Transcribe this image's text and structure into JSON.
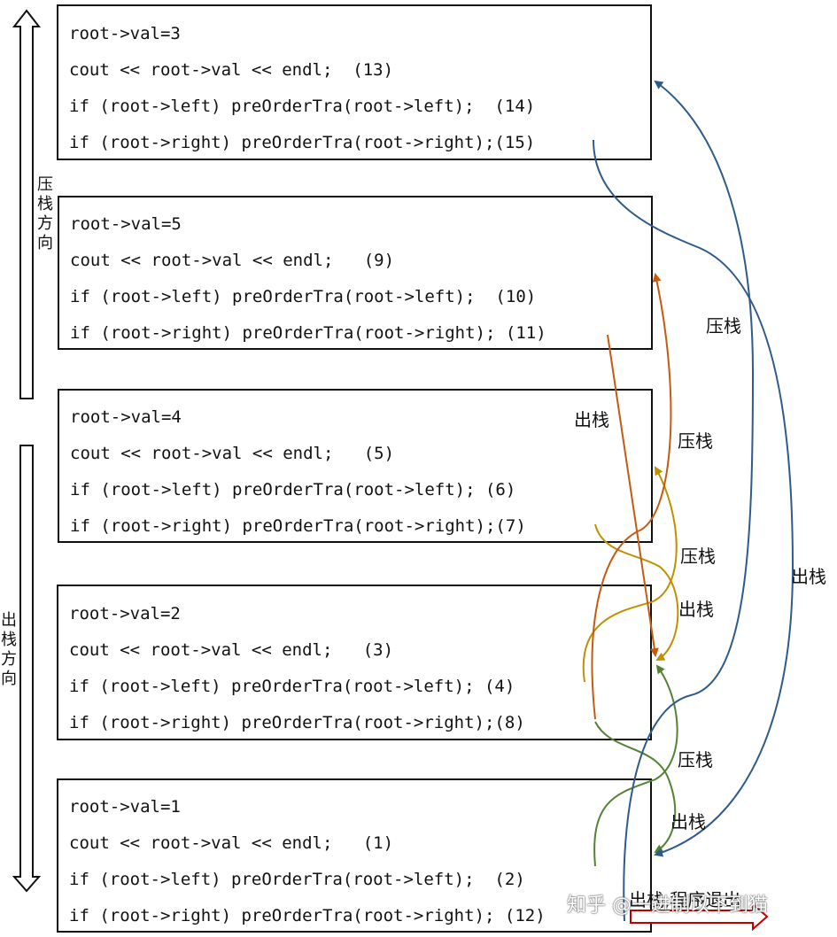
{
  "frames": [
    {
      "lines": [
        "root->val=3",
        "cout << root->val << endl;  (13)",
        "if (root->left) preOrderTra(root->left);  (14)",
        "if (root->right) preOrderTra(root->right);(15)"
      ]
    },
    {
      "lines": [
        "root->val=5",
        "cout << root->val << endl;   (9)",
        "if (root->left) preOrderTra(root->left);  (10)",
        "if (root->right) preOrderTra(root->right); (11)"
      ]
    },
    {
      "lines": [
        "root->val=4",
        "cout << root->val << endl;   (5)",
        "if (root->left) preOrderTra(root->left); (6)",
        "if (root->right) preOrderTra(root->right);(7)"
      ]
    },
    {
      "lines": [
        "root->val=2",
        "cout << root->val << endl;   (3)",
        "if (root->left) preOrderTra(root->left); (4)",
        "if (root->right) preOrderTra(root->right);(8)"
      ]
    },
    {
      "lines": [
        "root->val=1",
        "cout << root->val << endl;   (1)",
        "if (root->left) preOrderTra(root->left);  (2)",
        "if (root->right) preOrderTra(root->right); (12)"
      ]
    }
  ],
  "direction_labels": {
    "push": "压栈方向",
    "pop": "出栈方向"
  },
  "arrow_labels": {
    "push_1": "压栈",
    "push_2": "压栈",
    "push_3": "压栈",
    "push_4": "压栈",
    "pop_1": "出栈",
    "pop_2": "出栈",
    "pop_3": "出栈",
    "pop_4": "出栈",
    "pop_exit": "出栈,程序退出"
  },
  "watermark": "知乎 @一进制以下到猫",
  "colors": {
    "blue": "#2e5a8c",
    "orange": "#c55a11",
    "gold": "#bf9000",
    "green": "#548235",
    "red": "#c00000"
  }
}
